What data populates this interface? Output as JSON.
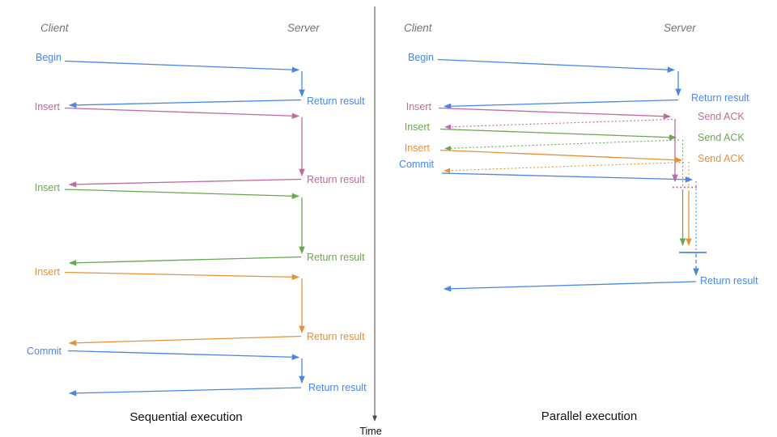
{
  "colors": {
    "blue": "#4a86e8",
    "pink": "#c06a9f",
    "green": "#6aa84f",
    "orange": "#e69138",
    "header_gray": "#757575",
    "axis": "#444444",
    "caption": "#111111"
  },
  "time_axis": {
    "label": "Time"
  },
  "sequential": {
    "caption": "Sequential execution",
    "client": "Client",
    "server": "Server",
    "rows": [
      {
        "label": "Begin",
        "color": "blue",
        "result": "Return result"
      },
      {
        "label": "Insert",
        "color": "pink",
        "result": "Return result"
      },
      {
        "label": "Insert",
        "color": "green",
        "result": "Return result"
      },
      {
        "label": "Insert",
        "color": "orange",
        "result": "Return result"
      },
      {
        "label": "Commit",
        "color": "blue",
        "result": "Return result"
      }
    ]
  },
  "parallel": {
    "caption": "Parallel execution",
    "client": "Client",
    "server": "Server",
    "rows": [
      {
        "label": "Begin",
        "color": "blue",
        "result": "Return result"
      },
      {
        "label": "Insert",
        "color": "pink",
        "ack": "Send ACK"
      },
      {
        "label": "Insert",
        "color": "green",
        "ack": "Send ACK"
      },
      {
        "label": "Insert",
        "color": "orange",
        "ack": "Send ACK"
      },
      {
        "label": "Commit",
        "color": "blue",
        "result": "Return result"
      }
    ]
  }
}
